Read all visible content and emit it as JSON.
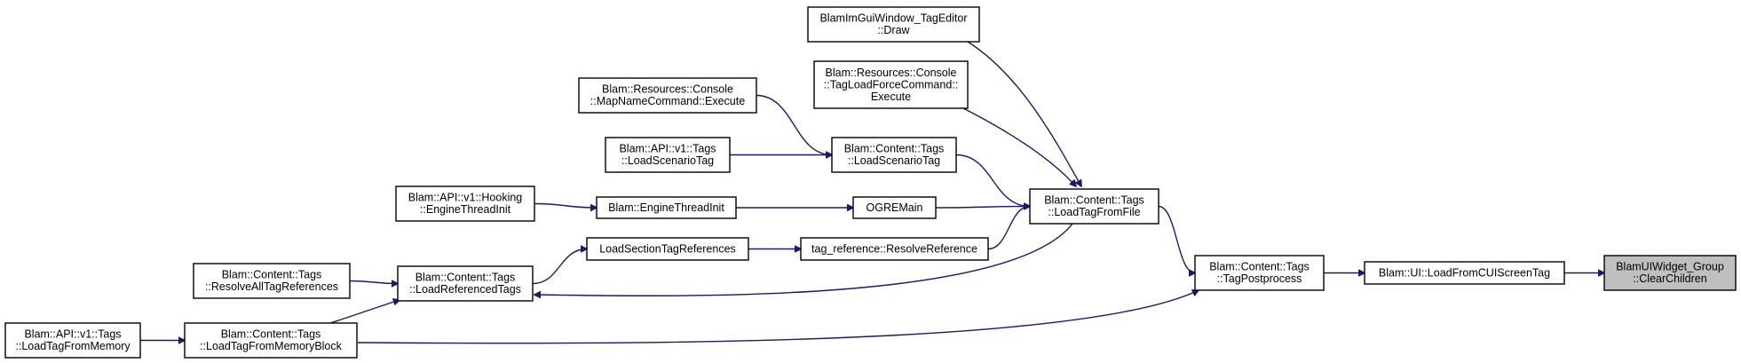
{
  "graph": {
    "edge_color": "#191970",
    "current_fill": "#bfbfbf",
    "nodes": [
      {
        "id": "clearchildren",
        "lines": [
          "BlamUIWidget_Group",
          "::ClearChildren"
        ],
        "current": true
      },
      {
        "id": "loadfromcui",
        "lines": [
          "Blam::UI::LoadFromCUIScreenTag"
        ]
      },
      {
        "id": "tagpostprocess",
        "lines": [
          "Blam::Content::Tags",
          "::TagPostprocess"
        ]
      },
      {
        "id": "loadtagfromfile",
        "lines": [
          "Blam::Content::Tags",
          "::LoadTagFromFile"
        ]
      },
      {
        "id": "imguidraw",
        "lines": [
          "BlamImGuiWindow_TagEditor",
          "::Draw"
        ]
      },
      {
        "id": "tagloadforce",
        "lines": [
          "Blam::Resources::Console",
          "::TagLoadForceCommand::",
          "Execute"
        ]
      },
      {
        "id": "mapname",
        "lines": [
          "Blam::Resources::Console",
          "::MapNameCommand::Execute"
        ]
      },
      {
        "id": "ctloadscenario",
        "lines": [
          "Blam::Content::Tags",
          "::LoadScenarioTag"
        ]
      },
      {
        "id": "apiloadscenario",
        "lines": [
          "Blam::API::v1::Tags",
          "::LoadScenarioTag"
        ]
      },
      {
        "id": "ogremain",
        "lines": [
          "OGREMain"
        ]
      },
      {
        "id": "enginethreadinit",
        "lines": [
          "Blam::EngineThreadInit"
        ]
      },
      {
        "id": "hookinginit",
        "lines": [
          "Blam::API::v1::Hooking",
          "::EngineThreadInit"
        ]
      },
      {
        "id": "resolveref",
        "lines": [
          "tag_reference::ResolveReference"
        ]
      },
      {
        "id": "loadsection",
        "lines": [
          "LoadSectionTagReferences"
        ]
      },
      {
        "id": "loadreferenced",
        "lines": [
          "Blam::Content::Tags",
          "::LoadReferencedTags"
        ]
      },
      {
        "id": "resolveall",
        "lines": [
          "Blam::Content::Tags",
          "::ResolveAllTagReferences"
        ]
      },
      {
        "id": "fromblock",
        "lines": [
          "Blam::Content::Tags",
          "::LoadTagFromMemoryBlock"
        ]
      },
      {
        "id": "apifrommemory",
        "lines": [
          "Blam::API::v1::Tags",
          "::LoadTagFromMemory"
        ]
      }
    ],
    "edges": [
      {
        "from": "loadfromcui",
        "to": "clearchildren"
      },
      {
        "from": "tagpostprocess",
        "to": "loadfromcui"
      },
      {
        "from": "loadtagfromfile",
        "to": "tagpostprocess"
      },
      {
        "from": "imguidraw",
        "to": "loadtagfromfile"
      },
      {
        "from": "tagloadforce",
        "to": "loadtagfromfile"
      },
      {
        "from": "ctloadscenario",
        "to": "loadtagfromfile"
      },
      {
        "from": "ogremain",
        "to": "loadtagfromfile"
      },
      {
        "from": "resolveref",
        "to": "loadtagfromfile"
      },
      {
        "from": "loadtagfromfile",
        "to": "loadreferenced"
      },
      {
        "from": "mapname",
        "to": "ctloadscenario"
      },
      {
        "from": "apiloadscenario",
        "to": "ctloadscenario"
      },
      {
        "from": "enginethreadinit",
        "to": "ogremain"
      },
      {
        "from": "hookinginit",
        "to": "enginethreadinit"
      },
      {
        "from": "loadsection",
        "to": "resolveref"
      },
      {
        "from": "loadreferenced",
        "to": "loadsection"
      },
      {
        "from": "resolveall",
        "to": "loadreferenced"
      },
      {
        "from": "fromblock",
        "to": "loadreferenced"
      },
      {
        "from": "fromblock",
        "to": "tagpostprocess"
      },
      {
        "from": "apifrommemory",
        "to": "fromblock"
      }
    ]
  }
}
